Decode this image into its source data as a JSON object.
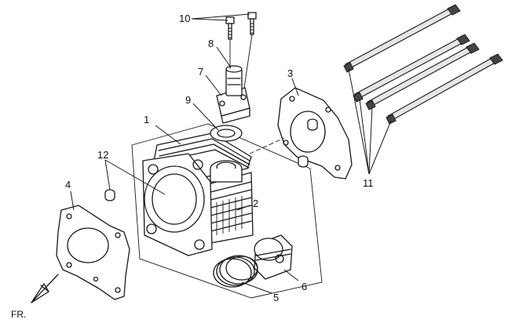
{
  "diagram": {
    "callouts": {
      "c1": "1",
      "c2": "2",
      "c3": "3",
      "c4": "4",
      "c5": "5",
      "c6": "6",
      "c7": "7",
      "c8": "8",
      "c9": "9",
      "c10": "10",
      "c11": "11",
      "c12": "12"
    },
    "direction_label": "FR."
  }
}
